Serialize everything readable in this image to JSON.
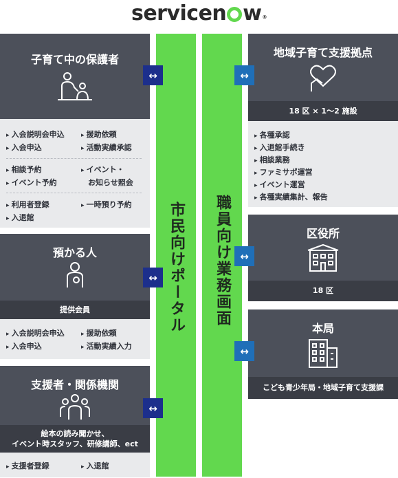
{
  "logo": {
    "pre": "servicen",
    "post": "w"
  },
  "portal_citizen": "市民向けポータル",
  "portal_staff": "職員向け業務画面",
  "arrow_symbol": "↔",
  "left": {
    "parents": {
      "title": "子育て中の保護者",
      "icon": "parent-child-icon",
      "items": [
        "入会説明会申込",
        "援助依頼",
        "入会申込",
        "活動実績承認",
        "相談予約",
        "イベント・",
        "イベント予約",
        "お知らせ照会",
        "利用者登録",
        "一時預り予約",
        "入退館"
      ]
    },
    "caregivers": {
      "title": "預かる人",
      "icon": "caregiver-icon",
      "subtitle": "提供会員",
      "items": [
        "入会説明会申込",
        "援助依頼",
        "入会申込",
        "活動実績入力"
      ]
    },
    "supporters": {
      "title": "支援者・関係機関",
      "icon": "group-icon",
      "subtitle_line1": "絵本の読み聞かせ、",
      "subtitle_line2": "イベント時スタッフ、研修講師、ect",
      "items": [
        "支援者登録",
        "入退館"
      ]
    }
  },
  "right": {
    "hub": {
      "title": "地域子育て支援拠点",
      "icon": "heart-hand-icon",
      "subtitle": "18 区 × 1～2 施設",
      "items": [
        "各種承認",
        "入退館手続き",
        "相談業務",
        "ファミサポ運営",
        "イベント運営",
        "各種実績集計、報告"
      ]
    },
    "ward": {
      "title": "区役所",
      "icon": "building-icon",
      "subtitle": "18 区"
    },
    "hq": {
      "title": "本局",
      "icon": "office-tower-icon",
      "subtitle": "こども青少年局・地域子育て支援課"
    }
  },
  "colors": {
    "green": "#62d84e",
    "dark": "#4c505a",
    "darker": "#3a3d45",
    "light": "#e9eaec",
    "arrow_left": "#1c2f8c",
    "arrow_right": "#1f6fb8"
  }
}
